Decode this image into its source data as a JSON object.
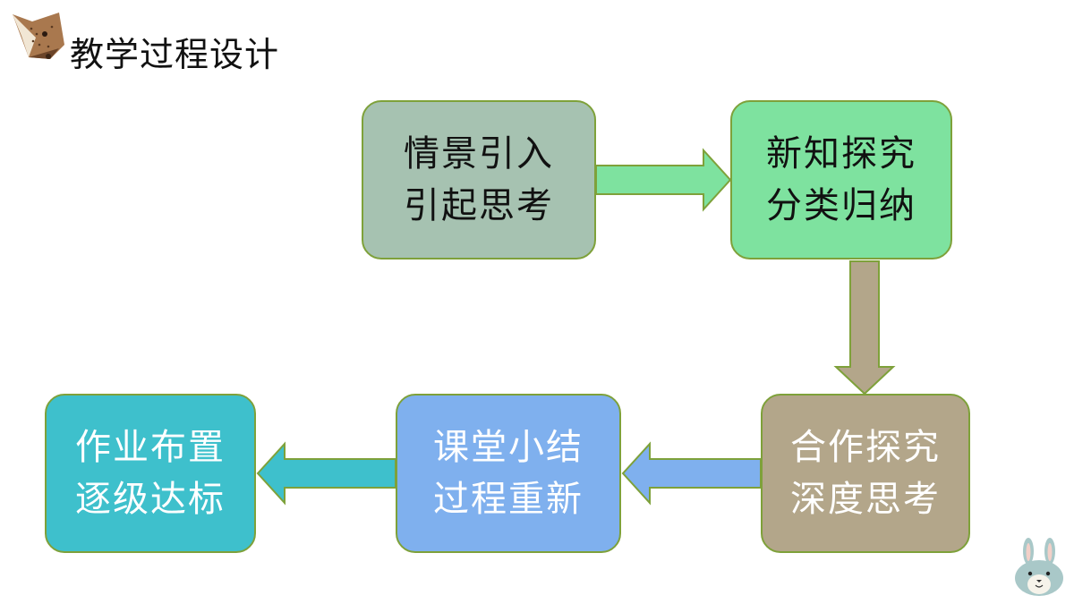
{
  "title": "教学过程设计",
  "steps": [
    {
      "line1": "情景引入",
      "line2": "引起思考"
    },
    {
      "line1": "新知探究",
      "line2": "分类归纳"
    },
    {
      "line1": "合作探究",
      "line2": "深度思考"
    },
    {
      "line1": "课堂小结",
      "line2": "过程重新"
    },
    {
      "line1": "作业布置",
      "line2": "逐级达标"
    }
  ],
  "colors": {
    "step1": "#a6c2b1",
    "step2": "#7ee29f",
    "step3": "#b3a68a",
    "step4": "#7fb0ee",
    "step5": "#3ec0cc",
    "border": "#7ea13a"
  },
  "decorations": [
    "fox-head-icon",
    "bunny-head-icon"
  ]
}
